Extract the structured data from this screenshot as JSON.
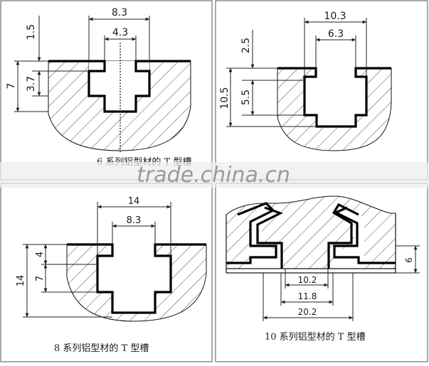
{
  "panels": {
    "p6": {
      "dims": {
        "top_width": "8.3",
        "slot_width": "4.3",
        "top_depth": "1.5",
        "neck_depth": "3.7",
        "total_depth": "7"
      },
      "caption_fragment": "6 系列铝型材的 T 型槽"
    },
    "p10a": {
      "dims": {
        "top_width": "10.3",
        "slot_width": "6.3",
        "top_depth": "2.5",
        "neck_depth": "5.5",
        "total_depth": "10.5"
      }
    },
    "p8": {
      "dims": {
        "top_width": "14",
        "slot_width": "8.3",
        "neck_depth": "4",
        "mid_depth": "7",
        "total_depth": "14"
      },
      "caption": "8 系列铝型材的 T 型槽"
    },
    "p10b": {
      "dims": {
        "slot_width": "10.2",
        "mid_width": "11.8",
        "total_width": "20.2",
        "depth": "6"
      },
      "caption": "10 系列铝型材的 T 型槽"
    }
  },
  "watermark": "trade.china.cn",
  "icons": [
    "hatch-pattern",
    "t-slot-profile"
  ]
}
